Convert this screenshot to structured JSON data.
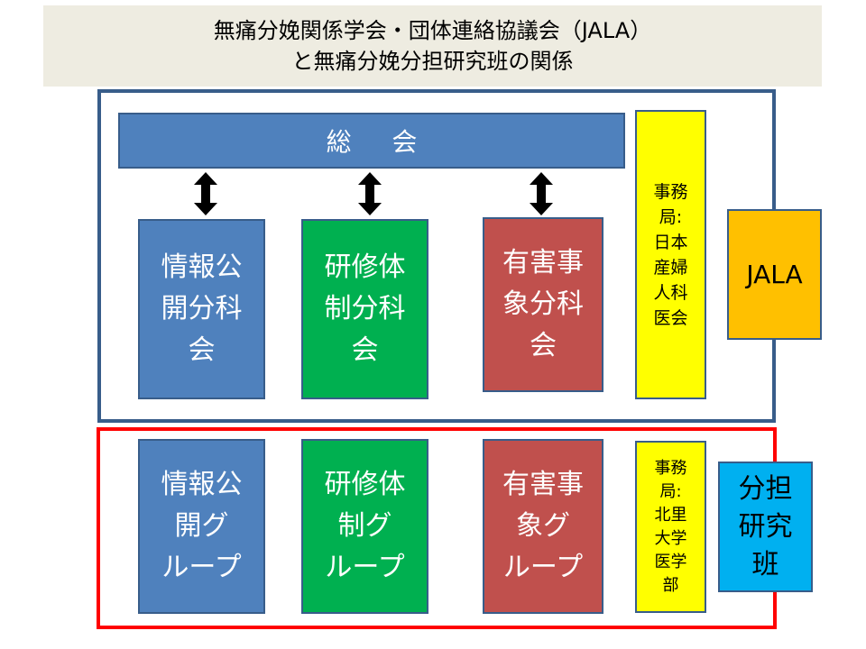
{
  "title": {
    "line1": "無痛分娩関係学会・団体連絡協議会（JALA）",
    "line2": "と無痛分娩分担研究班の関係"
  },
  "general_assembly": "総会",
  "jala": {
    "subcommittees": [
      {
        "lines": [
          "情報公",
          "開分科",
          "会"
        ]
      },
      {
        "lines": [
          "研修体",
          "制分科",
          "会"
        ]
      },
      {
        "lines": [
          "有害事",
          "象分科",
          "会"
        ]
      }
    ],
    "secretariat": [
      "事務",
      "局:",
      "日本",
      "産婦",
      "人科",
      "医会"
    ],
    "label": "JALA"
  },
  "research_group": {
    "groups": [
      {
        "lines": [
          "情報公",
          "開グ",
          "ループ"
        ]
      },
      {
        "lines": [
          "研修体",
          "制グ",
          "ループ"
        ]
      },
      {
        "lines": [
          "有害事",
          "象グ",
          "ループ"
        ]
      }
    ],
    "secretariat": [
      "事務",
      "局:",
      "北里",
      "大学",
      "医学",
      "部"
    ],
    "label": [
      "分担",
      "研究",
      "班"
    ]
  },
  "colors": {
    "blue": "#4f81bd",
    "green": "#00b050",
    "red": "#c0504d",
    "yellow": "#ffff00",
    "orange": "#ffc000",
    "cyan": "#00b0f0",
    "frame_blue": "#385d8a",
    "frame_red": "#ff0000",
    "title_bg": "#eeece1"
  },
  "icons": [
    "double-arrow-icon",
    "double-arrow-icon",
    "double-arrow-icon"
  ]
}
